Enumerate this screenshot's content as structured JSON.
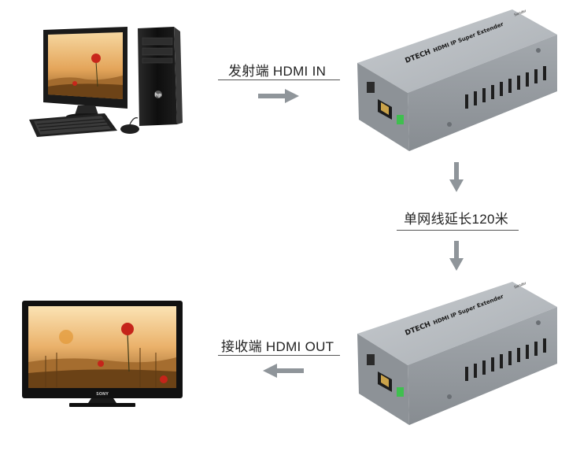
{
  "sender": {
    "label": "发射端 HDMI IN"
  },
  "cable": {
    "label": "单网线延长120米"
  },
  "receiver": {
    "label": "接收端 HDMI OUT"
  },
  "device": {
    "brand": "DTECH",
    "model": "HDMI IP Super Extender",
    "tag": "Sender"
  },
  "pc": {
    "logo": "hp"
  },
  "tv": {
    "logo": "SONY"
  },
  "colors": {
    "arrow": "#8f959a",
    "device_body": "#9ea3a8",
    "device_top": "#b4b9bd",
    "led": "#3fbf4f"
  }
}
